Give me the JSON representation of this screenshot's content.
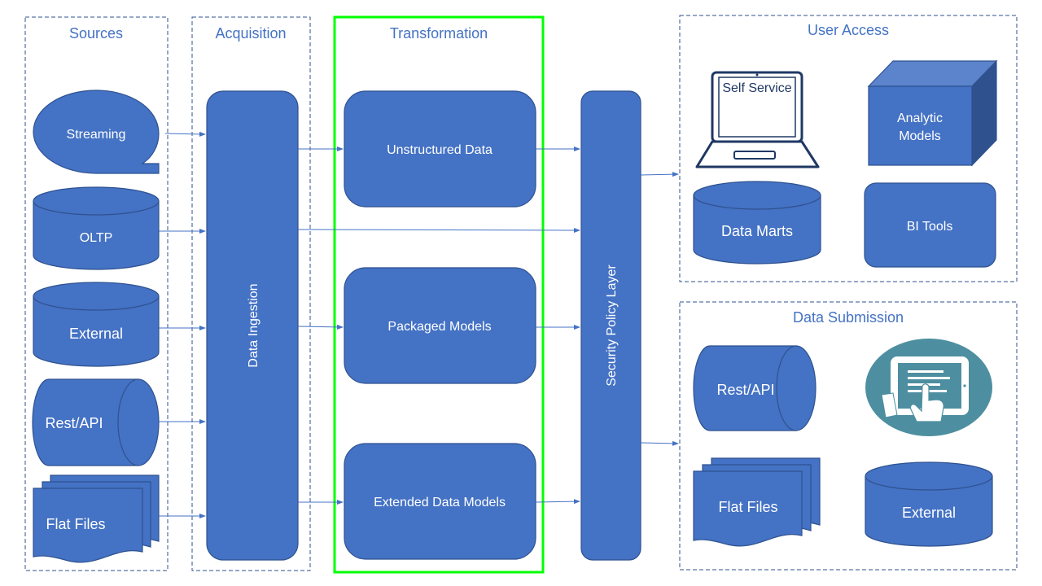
{
  "sections": {
    "sources": "Sources",
    "acquisition": "Acquisition",
    "transformation": "Transformation",
    "user_access": "User Access",
    "data_submission": "Data Submission"
  },
  "sources": {
    "streaming": "Streaming",
    "oltp": "OLTP",
    "external": "External",
    "rest_api": "Rest/API",
    "flat_files": "Flat Files"
  },
  "acquisition": {
    "data_ingestion": "Data Ingestion"
  },
  "transformation": {
    "unstructured_data": "Unstructured Data",
    "packaged_models": "Packaged Models",
    "extended_data_models": "Extended Data Models",
    "highlight_color": "#00ff00"
  },
  "security": {
    "policy_layer": "Security Policy Layer"
  },
  "user_access": {
    "self_service": "Self Service",
    "analytic_models_line1": "Analytic",
    "analytic_models_line2": "Models",
    "data_marts": "Data Marts",
    "bi_tools": "BI Tools"
  },
  "data_submission": {
    "rest_api": "Rest/API",
    "tablet_icon": "tablet-touch-icon",
    "flat_files": "Flat Files",
    "external": "External"
  },
  "colors": {
    "shape_fill": "#4472c4",
    "shape_stroke": "#2f528f",
    "title_text": "#4472c4",
    "tablet_circle": "#4d8fa0"
  }
}
